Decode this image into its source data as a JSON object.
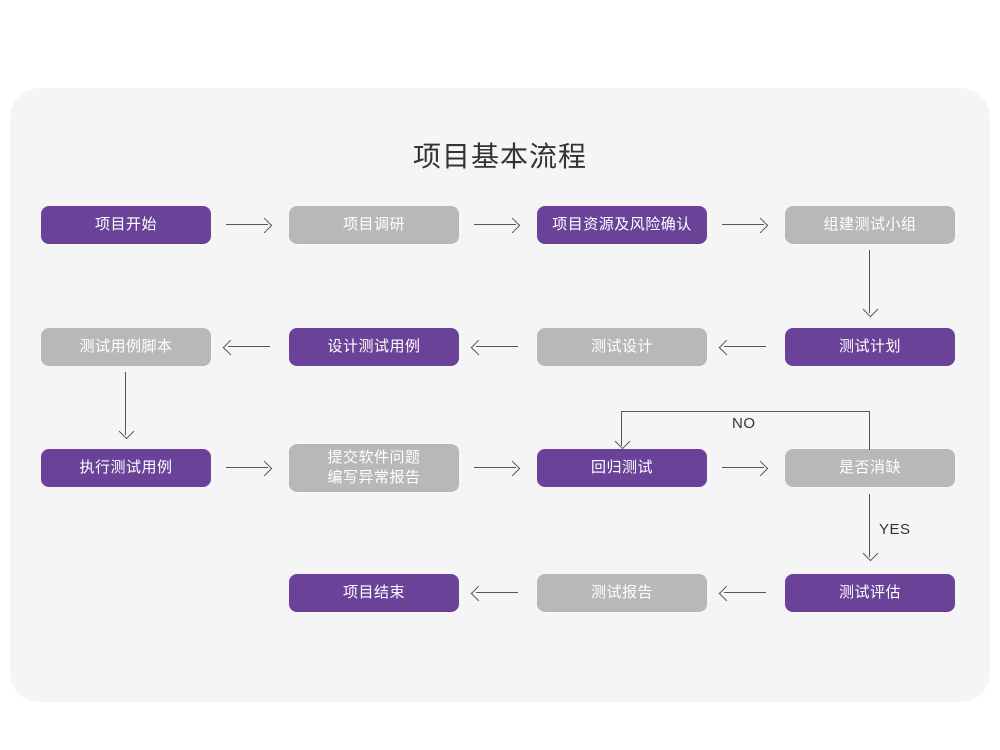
{
  "page": {
    "title": "项目基本流程",
    "card_background": "#f5f5f5",
    "page_background": "#ffffff"
  },
  "colors": {
    "accent_purple": "#6a4298",
    "muted_gray": "#b8b8b8",
    "connector": "#555555",
    "text_on_node": "#ffffff",
    "title_text": "#333333"
  },
  "chart_data": {
    "type": "diagram",
    "title": "项目基本流程",
    "nodes": [
      {
        "id": "n1",
        "label": "项目开始",
        "style": "purple",
        "row": 1,
        "col": 1
      },
      {
        "id": "n2",
        "label": "项目调研",
        "style": "gray",
        "row": 1,
        "col": 2
      },
      {
        "id": "n3",
        "label": "项目资源及风险确认",
        "style": "purple",
        "row": 1,
        "col": 3
      },
      {
        "id": "n4",
        "label": "组建测试小组",
        "style": "gray",
        "row": 1,
        "col": 4
      },
      {
        "id": "n5",
        "label": "测试用例脚本",
        "style": "gray",
        "row": 2,
        "col": 1
      },
      {
        "id": "n6",
        "label": "设计测试用例",
        "style": "purple",
        "row": 2,
        "col": 2
      },
      {
        "id": "n7",
        "label": "测试设计",
        "style": "gray",
        "row": 2,
        "col": 3
      },
      {
        "id": "n8",
        "label": "测试计划",
        "style": "purple",
        "row": 2,
        "col": 4
      },
      {
        "id": "n9",
        "label": "执行测试用例",
        "style": "purple",
        "row": 3,
        "col": 1
      },
      {
        "id": "n10",
        "label": "提交软件问题\n编写异常报告",
        "style": "gray",
        "row": 3,
        "col": 2
      },
      {
        "id": "n11",
        "label": "回归测试",
        "style": "purple",
        "row": 3,
        "col": 3
      },
      {
        "id": "n12",
        "label": "是否消缺",
        "style": "gray",
        "row": 3,
        "col": 4
      },
      {
        "id": "n13",
        "label": "项目结束",
        "style": "purple",
        "row": 4,
        "col": 2
      },
      {
        "id": "n14",
        "label": "测试报告",
        "style": "gray",
        "row": 4,
        "col": 3
      },
      {
        "id": "n15",
        "label": "测试评估",
        "style": "purple",
        "row": 4,
        "col": 4
      }
    ],
    "edges": [
      {
        "from": "n1",
        "to": "n2",
        "label": "",
        "direction": "right"
      },
      {
        "from": "n2",
        "to": "n3",
        "label": "",
        "direction": "right"
      },
      {
        "from": "n3",
        "to": "n4",
        "label": "",
        "direction": "right"
      },
      {
        "from": "n4",
        "to": "n8",
        "label": "",
        "direction": "down"
      },
      {
        "from": "n8",
        "to": "n7",
        "label": "",
        "direction": "left"
      },
      {
        "from": "n7",
        "to": "n6",
        "label": "",
        "direction": "left"
      },
      {
        "from": "n6",
        "to": "n5",
        "label": "",
        "direction": "left"
      },
      {
        "from": "n5",
        "to": "n9",
        "label": "",
        "direction": "down"
      },
      {
        "from": "n9",
        "to": "n10",
        "label": "",
        "direction": "right"
      },
      {
        "from": "n10",
        "to": "n11",
        "label": "",
        "direction": "right"
      },
      {
        "from": "n11",
        "to": "n12",
        "label": "",
        "direction": "right"
      },
      {
        "from": "n12",
        "to": "n11",
        "label": "NO",
        "direction": "loop-up-left-down"
      },
      {
        "from": "n12",
        "to": "n15",
        "label": "YES",
        "direction": "down"
      },
      {
        "from": "n15",
        "to": "n14",
        "label": "",
        "direction": "left"
      },
      {
        "from": "n14",
        "to": "n13",
        "label": "",
        "direction": "left"
      }
    ],
    "edge_labels": {
      "no": "NO",
      "yes": "YES"
    }
  }
}
